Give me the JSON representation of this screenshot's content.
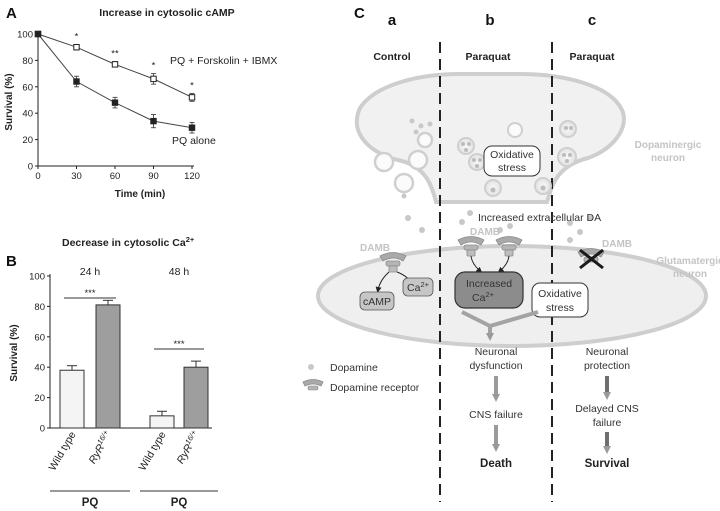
{
  "panels": {
    "a": "A",
    "b": "B",
    "c": "C"
  },
  "chart_data": [
    {
      "type": "line",
      "title": "Increase in cytosolic cAMP",
      "xlabel": "Time (min)",
      "ylabel": "Survival (%)",
      "xlim": [
        0,
        120
      ],
      "ylim": [
        0,
        100
      ],
      "xticks": [
        0,
        30,
        60,
        90,
        120
      ],
      "yticks": [
        0,
        20,
        40,
        60,
        80,
        100
      ],
      "series": [
        {
          "name": "PQ + Forskolin + IBMX",
          "x": [
            0,
            30,
            60,
            90,
            120
          ],
          "y": [
            100,
            90,
            77,
            66,
            52
          ],
          "err": [
            0,
            2,
            2,
            4,
            3
          ],
          "marker": "open-square",
          "stars": [
            "",
            "*",
            "**",
            "*",
            "*"
          ]
        },
        {
          "name": "PQ alone",
          "x": [
            0,
            30,
            60,
            90,
            120
          ],
          "y": [
            100,
            64,
            48,
            34,
            29
          ],
          "err": [
            0,
            4,
            4,
            5,
            4
          ],
          "marker": "filled-square",
          "stars": [
            "",
            "",
            "",
            "",
            ""
          ]
        }
      ]
    },
    {
      "type": "bar",
      "title": "Decrease in cytosolic Ca",
      "title_sup": "2+",
      "ylabel": "Survival (%)",
      "ylim": [
        0,
        100
      ],
      "yticks": [
        0,
        20,
        40,
        60,
        80,
        100
      ],
      "groups": [
        {
          "label": "24 h",
          "bars": [
            {
              "category": "Wild type",
              "value": 38,
              "err": 3,
              "color": "#f4f4f4"
            },
            {
              "category": "RyR",
              "sup": "16/+",
              "value": 81,
              "err": 3,
              "color": "#9e9e9e"
            }
          ],
          "significance": "***",
          "treatment": "PQ"
        },
        {
          "label": "48 h",
          "bars": [
            {
              "category": "Wild type",
              "value": 8,
              "err": 3,
              "color": "#f4f4f4"
            },
            {
              "category": "RyR",
              "sup": "16/+",
              "value": 40,
              "err": 4,
              "color": "#9e9e9e"
            }
          ],
          "significance": "***",
          "treatment": "PQ"
        }
      ]
    }
  ],
  "diagram": {
    "columns": [
      {
        "letter": "a",
        "heading": "Control"
      },
      {
        "letter": "b",
        "heading": "Paraquat"
      },
      {
        "letter": "c",
        "heading": "Paraquat"
      }
    ],
    "dopaminergic_label": [
      "Dopaminergic",
      "neuron"
    ],
    "glutamatergic_label": [
      "Glutamatergic",
      "neuron"
    ],
    "oxidative_stress_top": [
      "Oxidative",
      "stress"
    ],
    "extracellular": "Increased extracellular DA",
    "damb": "DAMB",
    "camp": "cAMP",
    "ca_text": "Ca",
    "ca_sup": "2+",
    "increased": "Increased",
    "oxidative_stress_bottom": [
      "Oxidative",
      "stress"
    ],
    "flow_b": {
      "step1": [
        "Neuronal",
        "dysfunction"
      ],
      "step2": "CNS failure",
      "final": "Death"
    },
    "flow_c": {
      "step1": [
        "Neuronal",
        "protection"
      ],
      "step2": [
        "Delayed CNS",
        "failure"
      ],
      "final": "Survival"
    },
    "legend": {
      "dopamine": "Dopamine",
      "receptor": "Dopamine receptor"
    }
  }
}
